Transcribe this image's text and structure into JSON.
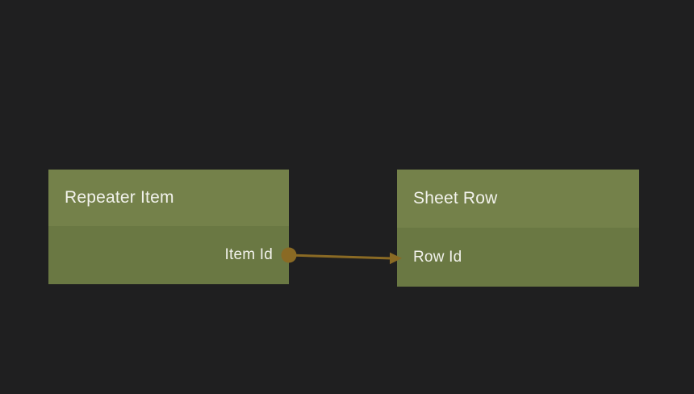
{
  "colors": {
    "background": "#1f1f20",
    "node_header": "#74814a",
    "node_body": "#6a7843",
    "text": "#f2f2ec",
    "connector": "#8a6a24"
  },
  "nodes": [
    {
      "title": "Repeater Item",
      "ports": [
        {
          "label": "Item Id",
          "side": "right",
          "connector_handle": "dot"
        }
      ]
    },
    {
      "title": "Sheet Row",
      "ports": [
        {
          "label": "Row Id",
          "side": "left",
          "connector_handle": "arrow-target"
        }
      ]
    }
  ],
  "connection": {
    "from_node": "Repeater Item",
    "from_port": "Item Id",
    "to_node": "Sheet Row",
    "to_port": "Row Id"
  }
}
